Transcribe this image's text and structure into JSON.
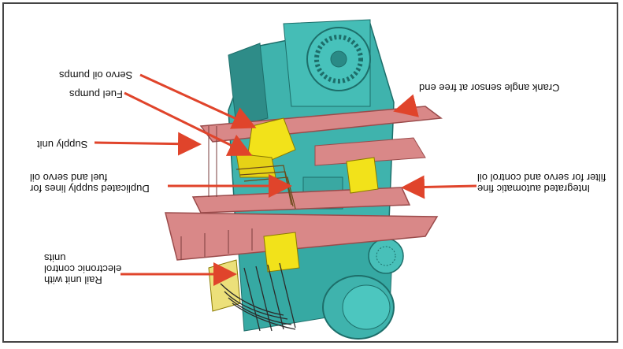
{
  "labels": {
    "servo_oil_pumps": "Servo oil pumps",
    "fuel_pumps": "Fuel pumps",
    "supply_unit": "Supply unit",
    "supply_lines_line1": "Duplicated supply lines for",
    "supply_lines_line2": "fuel and servo oil",
    "rail_unit_line1": "Rail unit with",
    "rail_unit_line2": "electronic control",
    "rail_unit_line3": "units",
    "crank_angle_sensor": "Crank angle sensor at free end",
    "filter_line1": "Integrated automatic fine",
    "filter_line2": "filter for servo and control oil"
  },
  "colors": {
    "engine_body": "#3fb3ad",
    "engine_dark": "#2a8a86",
    "platform": "#d98888",
    "platform_edge": "#9a4b4b",
    "component_yellow": "#f2e21a",
    "arrow": "#e0442b"
  }
}
